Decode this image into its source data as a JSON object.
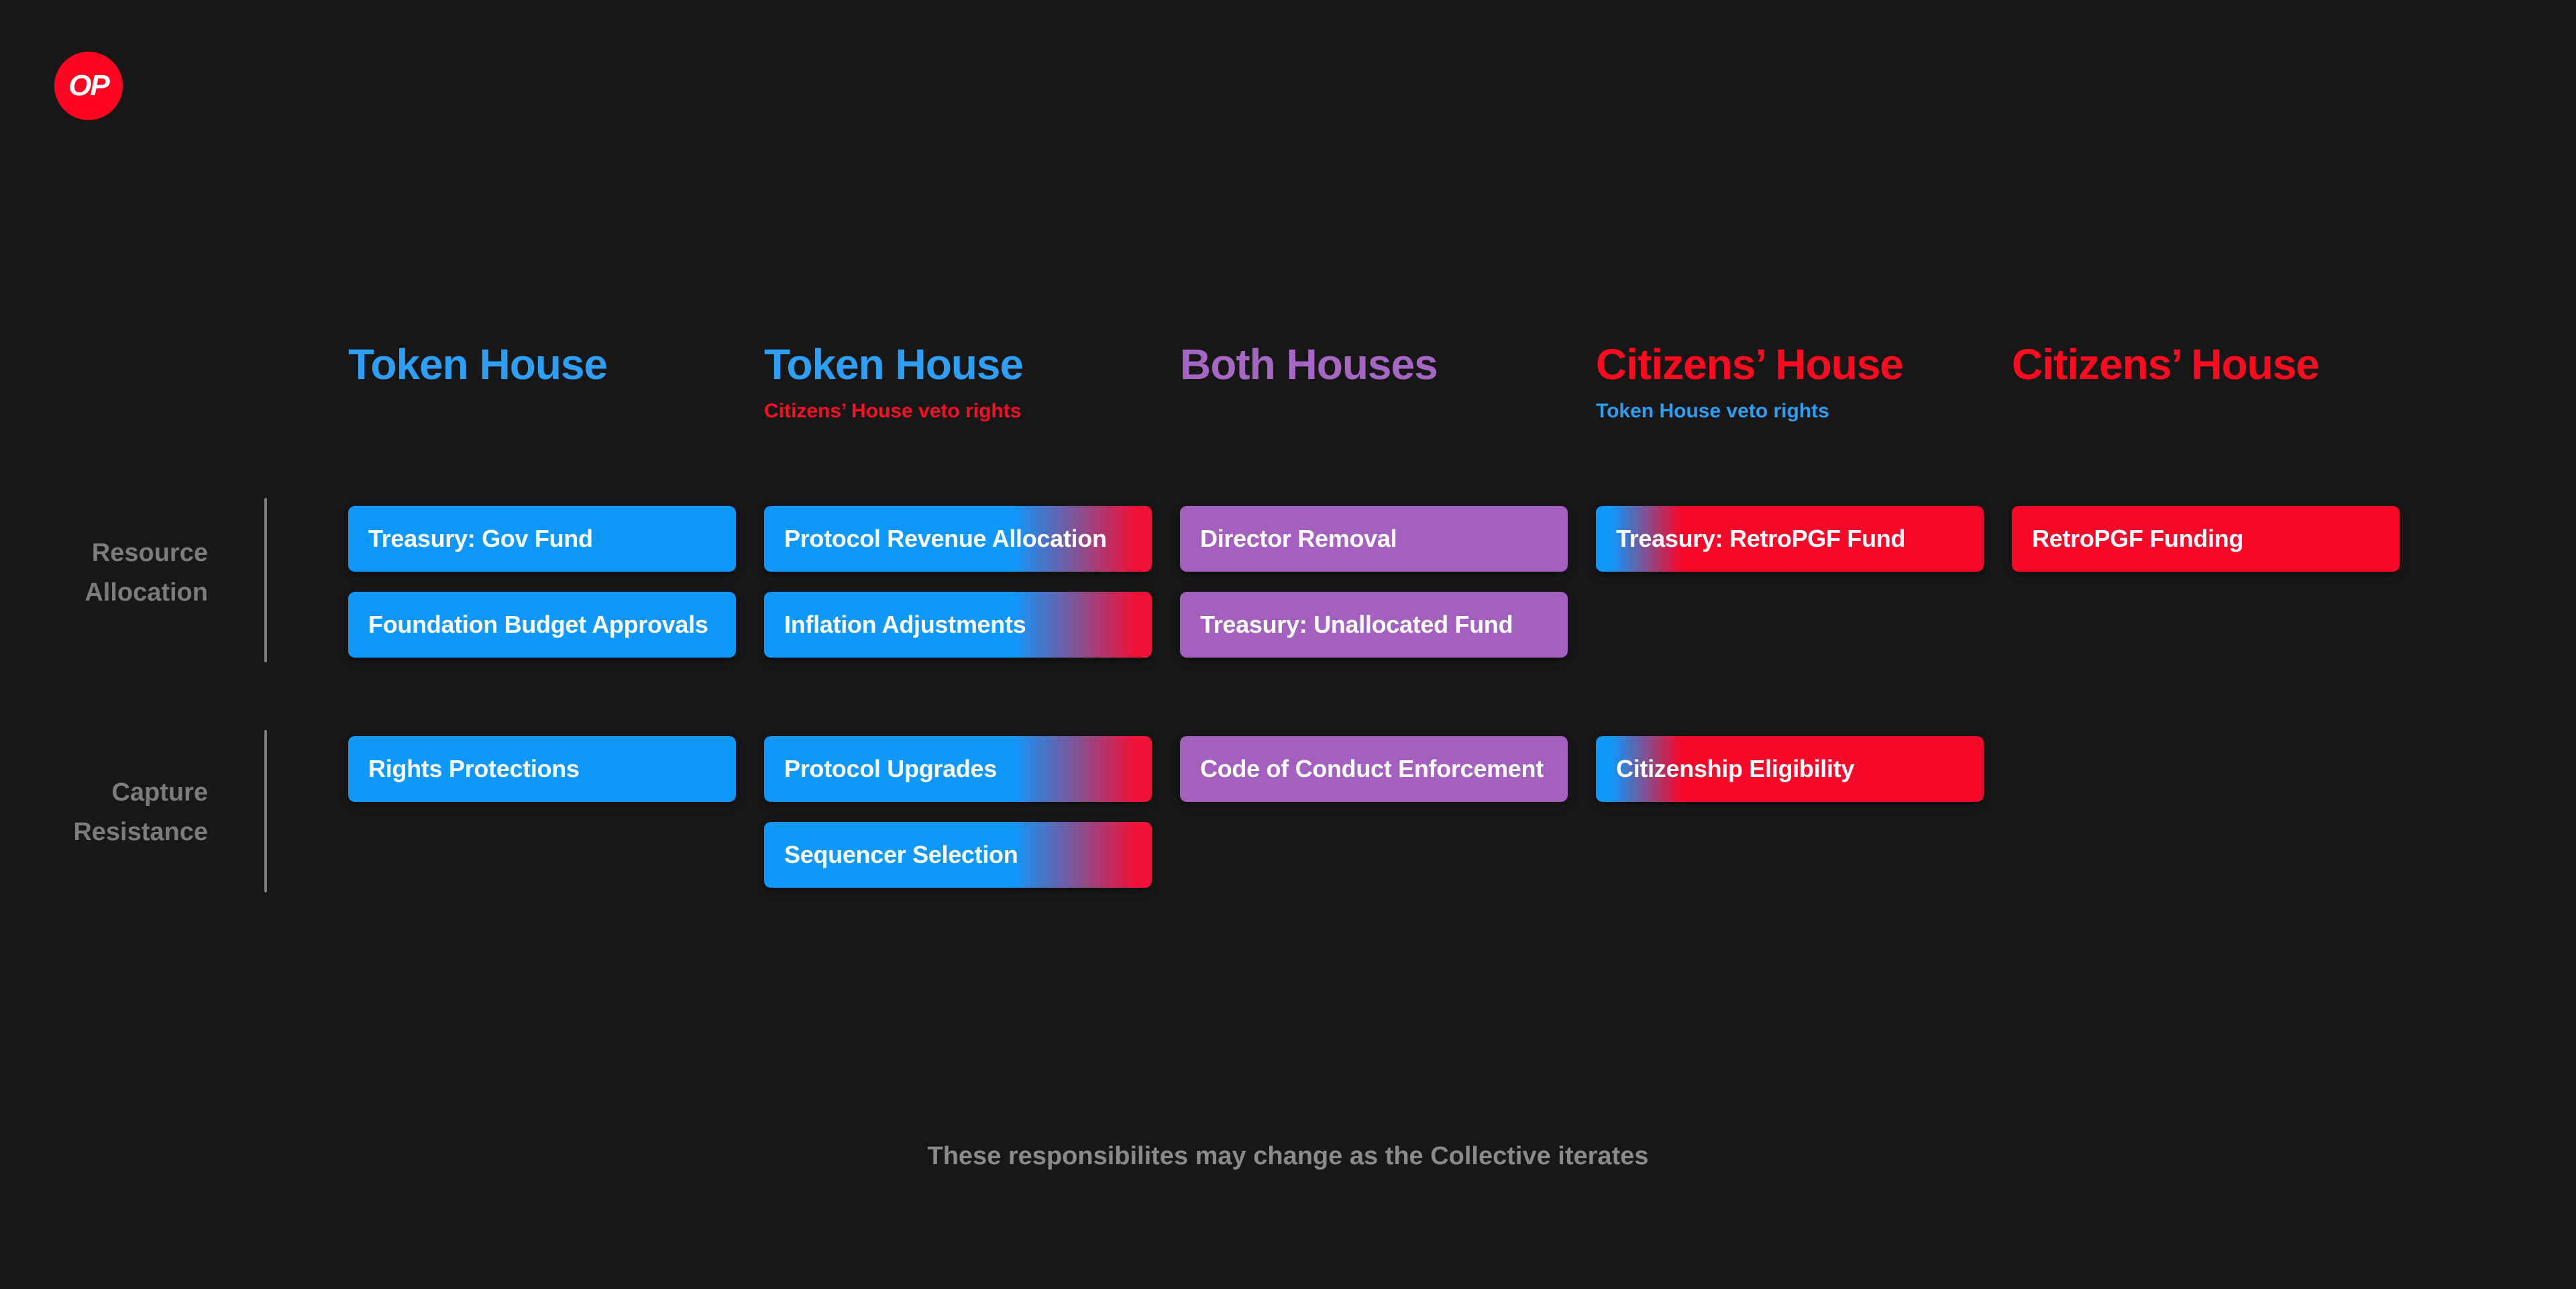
{
  "colors": {
    "background": "#171717",
    "box_blue": "#0F97FA",
    "box_purple": "#A460BE",
    "box_red": "#F50828",
    "gradient_red_end": "#F01136",
    "header_blue": "#2E9FF5",
    "header_purple": "#A667C4",
    "header_red": "#FF0A20",
    "subtitle_red": "#FB0D26",
    "label_gray": "#7C7C7C",
    "footer_gray": "#8A8A8A",
    "line_gray": "#7E7E7E",
    "logo_red": "#FF0420",
    "box_text": "#FFFFFF"
  },
  "logo": {
    "text": "OP"
  },
  "columns": [
    {
      "title": "Token House",
      "subtitle": "",
      "title_color": "#2E9FF5",
      "subtitle_color": "",
      "box_style": "blue"
    },
    {
      "title": "Token House",
      "subtitle": "Citizens’ House veto rights",
      "title_color": "#2E9FF5",
      "subtitle_color": "#FB0D26",
      "box_style": "blue-red-gradient"
    },
    {
      "title": "Both Houses",
      "subtitle": "",
      "title_color": "#A667C4",
      "subtitle_color": "",
      "box_style": "purple"
    },
    {
      "title": "Citizens’ House",
      "subtitle": "Token House veto rights",
      "title_color": "#FF0A20",
      "subtitle_color": "#2E9FF5",
      "box_style": "red-blue-edge"
    },
    {
      "title": "Citizens’ House",
      "subtitle": "",
      "title_color": "#FF0A20",
      "subtitle_color": "",
      "box_style": "red"
    }
  ],
  "row_groups": [
    {
      "label_line1": "Resource",
      "label_line2": "Allocation",
      "cells": [
        [
          "Treasury: Gov Fund",
          "Foundation Budget Approvals"
        ],
        [
          "Protocol Revenue Allocation",
          "Inflation Adjustments"
        ],
        [
          "Director Removal",
          "Treasury: Unallocated Fund"
        ],
        [
          "Treasury: RetroPGF Fund"
        ],
        [
          "RetroPGF Funding"
        ]
      ]
    },
    {
      "label_line1": "Capture",
      "label_line2": "Resistance",
      "cells": [
        [
          "Rights Protections"
        ],
        [
          "Protocol Upgrades",
          "Sequencer Selection"
        ],
        [
          "Code of Conduct Enforcement"
        ],
        [
          "Citizenship Eligibility"
        ],
        []
      ]
    }
  ],
  "footer": {
    "note": "These responsibilites may change as the Collective iterates"
  }
}
